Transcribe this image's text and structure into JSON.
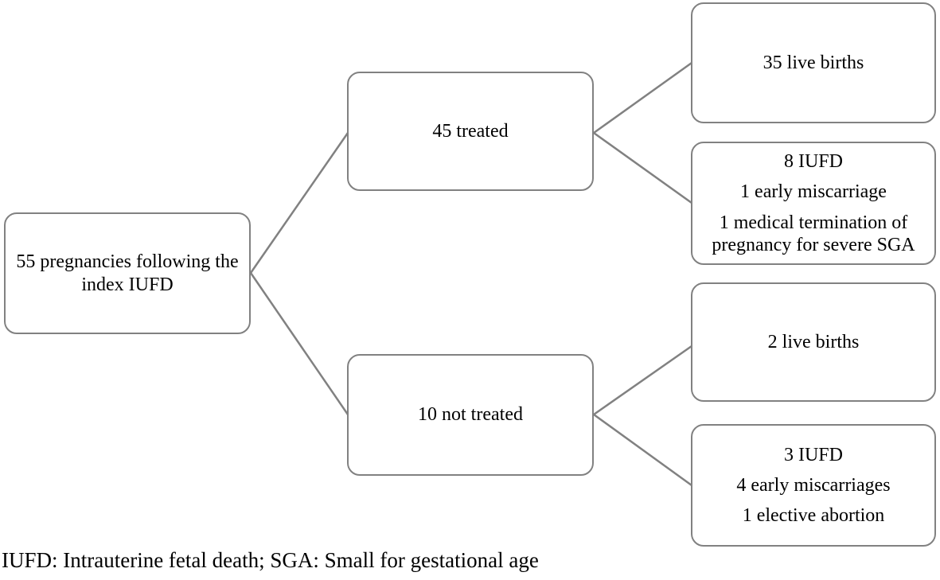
{
  "colors": {
    "border": "#818181",
    "connector": "#818181",
    "text": "#000000",
    "background": "#ffffff"
  },
  "flowchart": {
    "root": {
      "label": "55 pregnancies following the index IUFD"
    },
    "treated": {
      "label": "45 treated"
    },
    "not_treated": {
      "label": "10 not treated"
    },
    "treated_live_births": {
      "label": "35 live births"
    },
    "treated_losses": {
      "items": [
        "8 IUFD",
        "1 early miscarriage",
        "1 medical termination of pregnancy for severe SGA"
      ]
    },
    "untreated_live_births": {
      "label": "2 live births"
    },
    "untreated_losses": {
      "items": [
        "3 IUFD",
        "4 early miscarriages",
        "1 elective abortion"
      ]
    },
    "footnote": "IUFD: Intrauterine fetal death; SGA: Small for gestational age"
  }
}
